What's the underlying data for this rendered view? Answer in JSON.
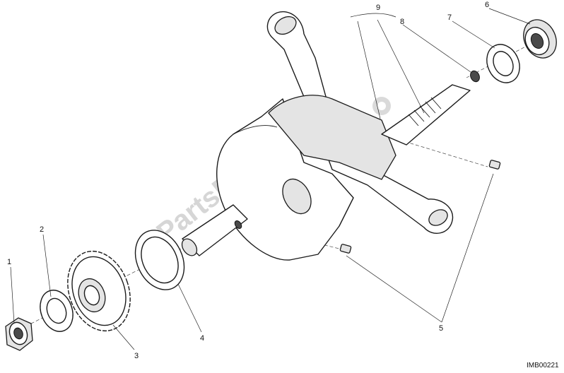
{
  "diagram": {
    "callouts": [
      "1",
      "2",
      "3",
      "4",
      "5",
      "6",
      "7",
      "8",
      "9"
    ],
    "image_code": "IMB00221",
    "watermark": "PartsRepublik",
    "colors": {
      "line": "#1b1b1b",
      "shade": "#e4e4e4",
      "watermark": "#d6d6d6"
    }
  }
}
